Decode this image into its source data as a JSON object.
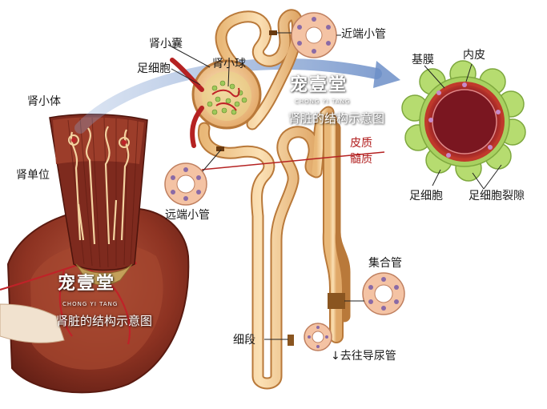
{
  "labels": {
    "proximal_tubule": "近端小管",
    "bowman_capsule": "肾小囊",
    "podocyte_top": "足细胞",
    "glomerulus": "肾小球",
    "renal_corpuscle": "肾小体",
    "nephron": "肾单位",
    "distal_tubule": "远端小管",
    "basement_membrane": "基膜",
    "endothelium": "内皮",
    "cortex": "皮质",
    "medulla": "髓质",
    "podocyte_bottom": "足细胞",
    "filtration_slit": "足细胞裂隙",
    "collecting_duct": "集合管",
    "thin_segment": "细段",
    "to_ureter": "↓去往导尿管"
  },
  "watermarks": [
    {
      "brand": "宠壹堂",
      "romanized": "CHONG YI TANG",
      "caption": "肾脏的结构示意图"
    },
    {
      "brand": "宠壹堂",
      "romanized": "CHONG YI TANG",
      "caption": "肾脏的结构示意图"
    }
  ],
  "colors": {
    "tubule": "#f2c78f",
    "tubule_edge": "#c98a4a",
    "blood_red": "#b52222",
    "kidney_tissue": "#8e3322",
    "podocyte_green": "#b6dc70",
    "boundary_line": "#b52222"
  }
}
